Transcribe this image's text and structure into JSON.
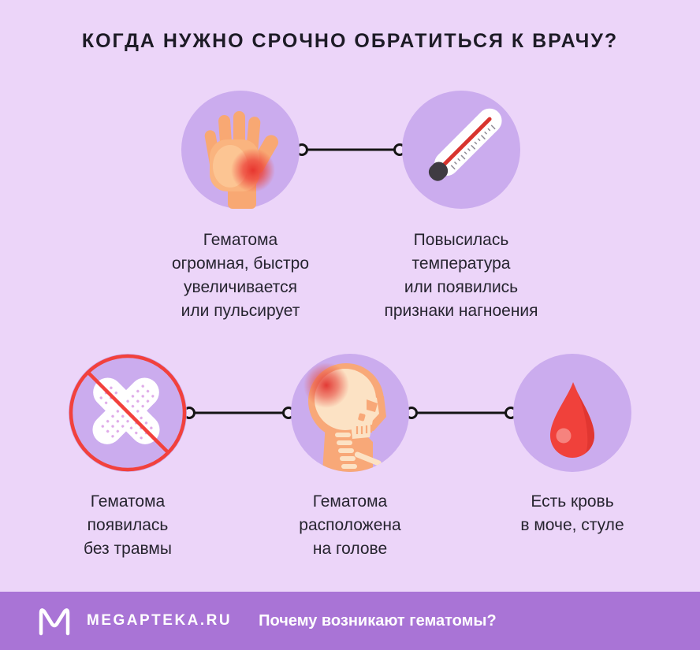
{
  "title": "КОГДА НУЖНО СРОЧНО ОБРАТИТЬСЯ К ВРАЧУ?",
  "colors": {
    "background": "#ECD5F9",
    "circle_fill": "#CBACEE",
    "accent_red": "#F2413C",
    "skin_orange": "#F8A873",
    "bone_cream": "#FCE2C4",
    "footer_background": "#A974D6",
    "footer_text": "#FFFFFF",
    "body_text": "#26242F",
    "connector": "#141414"
  },
  "cards": [
    {
      "icon": "bruised-hand-icon",
      "caption": "Гематома\nогромная, быстро\nувеличивается\nили пульсирует"
    },
    {
      "icon": "thermometer-icon",
      "caption": "Повысилась\nтемпература\nили появились\nпризнаки нагноения"
    },
    {
      "icon": "no-bandage-icon",
      "caption": "Гематома\nпоявилась\nбез травмы"
    },
    {
      "icon": "head-hematoma-icon",
      "caption": "Гематома\nрасположена\nна голове"
    },
    {
      "icon": "blood-drop-icon",
      "caption": "Есть кровь\nв моче, стуле"
    }
  ],
  "footer": {
    "brand": "MEGAPTEKA.RU",
    "question": "Почему возникают гематомы?"
  }
}
